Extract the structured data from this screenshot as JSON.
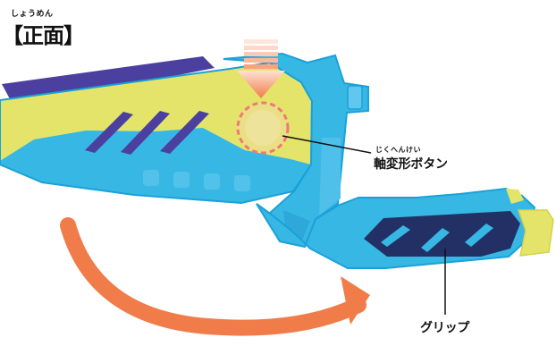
{
  "title": {
    "ruby": "しょうめん",
    "text": "【正面】"
  },
  "callouts": {
    "transform_button": {
      "ruby": "じくへんけい",
      "label": "軸変形ボタン"
    },
    "grip": {
      "label": "グリップ"
    }
  },
  "colors": {
    "outline": "#1aa1d8",
    "body_cyan": "#37b8e4",
    "body_yellow": "#e5e46a",
    "top_stripe": "#4b3f9f",
    "grip_navy": "#233066",
    "orange_arrow": "#f07c4a",
    "label_text": "#111111",
    "button_dashed": "#f17878"
  }
}
